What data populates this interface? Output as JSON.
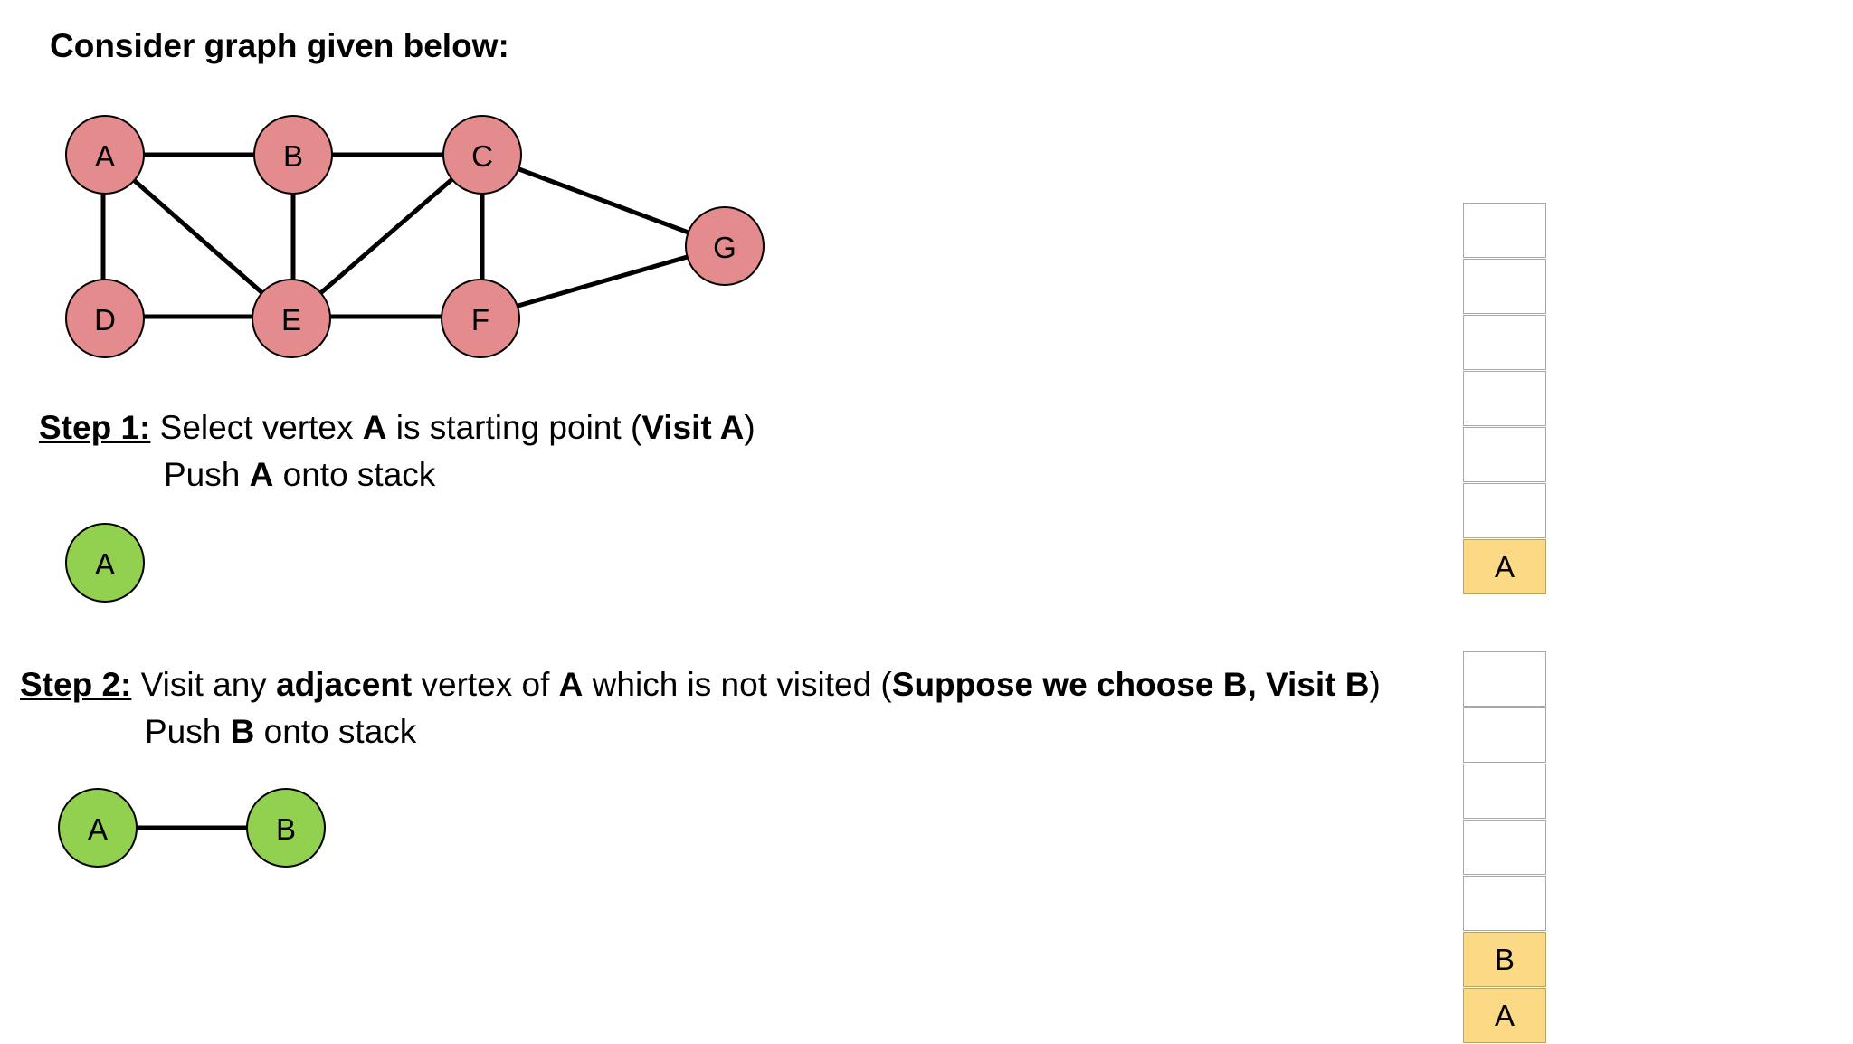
{
  "title": "Consider graph given below:",
  "colors": {
    "unvisited": "#e48b8d",
    "visited": "#92d050",
    "stack_filled": "#fbd985"
  },
  "graph": {
    "nodes": [
      "A",
      "B",
      "C",
      "D",
      "E",
      "F",
      "G"
    ],
    "edges": [
      [
        "A",
        "B"
      ],
      [
        "B",
        "C"
      ],
      [
        "A",
        "D"
      ],
      [
        "A",
        "E"
      ],
      [
        "B",
        "E"
      ],
      [
        "C",
        "E"
      ],
      [
        "C",
        "F"
      ],
      [
        "C",
        "G"
      ],
      [
        "D",
        "E"
      ],
      [
        "E",
        "F"
      ],
      [
        "F",
        "G"
      ]
    ]
  },
  "step1": {
    "label": "Step 1:",
    "t1": " Select vertex ",
    "b1": "A",
    "t2": " is starting point (",
    "b2": "Visit A",
    "t3": ")",
    "line2_t1": "Push ",
    "line2_b1": "A",
    "line2_t2": " onto stack",
    "visited_nodes": [
      "A"
    ],
    "stack": [
      "",
      "",
      "",
      "",
      "",
      "",
      "A"
    ]
  },
  "step2": {
    "label": "Step 2:",
    "t1": " Visit any ",
    "b1": "adjacent",
    "t2": " vertex of ",
    "b2": "A",
    "t3": " which is not visited (",
    "b3": "Suppose we choose B, Visit B",
    "t4": ")",
    "line2_t1": "Push ",
    "line2_b1": "B",
    "line2_t2": " onto stack",
    "visited_nodes": [
      "A",
      "B"
    ],
    "stack": [
      "",
      "",
      "",
      "",
      "",
      "B",
      "A"
    ]
  }
}
